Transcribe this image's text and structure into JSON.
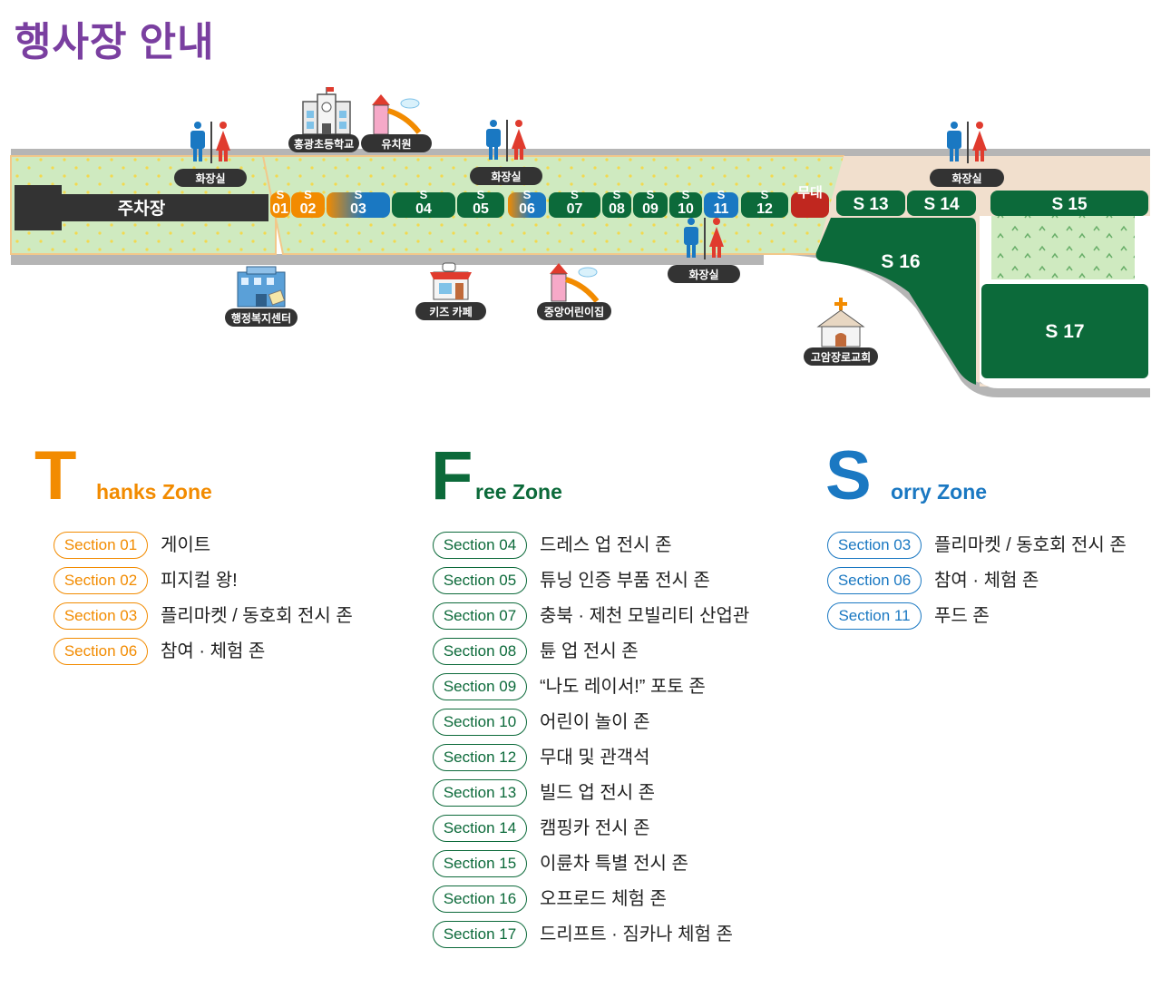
{
  "page": {
    "title": "행사장 안내"
  },
  "map": {
    "parking": "주차장",
    "stage": "무대",
    "section_prefix": "S",
    "sections": [
      {
        "num": "01",
        "color": "#f28b00"
      },
      {
        "num": "02",
        "color": "#f28b00"
      },
      {
        "num": "03",
        "color": "gradient-orange-blue"
      },
      {
        "num": "04",
        "color": "#0c6a3a"
      },
      {
        "num": "05",
        "color": "#0c6a3a"
      },
      {
        "num": "06",
        "color": "gradient-orange-blue"
      },
      {
        "num": "07",
        "color": "#0c6a3a"
      },
      {
        "num": "08",
        "color": "#0c6a3a"
      },
      {
        "num": "09",
        "color": "#0c6a3a"
      },
      {
        "num": "10",
        "color": "#0c6a3a"
      },
      {
        "num": "11",
        "color": "#1a78c2"
      },
      {
        "num": "12",
        "color": "#0c6a3a"
      }
    ],
    "blocks": {
      "s13": "S 13",
      "s14": "S 14",
      "s15": "S 15",
      "s16": "S 16",
      "s17": "S 17"
    },
    "landmarks": {
      "restroom": "화장실",
      "elementary_school": "홍광초등학교",
      "kindergarten": "유치원",
      "welfare_center": "행정복지센터",
      "kids_cafe": "키즈 카페",
      "daycare": "중앙어린이집",
      "church": "고암장로교회"
    }
  },
  "zones": [
    {
      "letter": "T",
      "rest": "hanks Zone",
      "color": "#f28b00",
      "items": [
        {
          "section": "Section 01",
          "desc": "게이트"
        },
        {
          "section": "Section 02",
          "desc": "피지컬 왕!"
        },
        {
          "section": "Section 03",
          "desc": "플리마켓 / 동호회 전시 존"
        },
        {
          "section": "Section 06",
          "desc": "참여 · 체험 존"
        }
      ]
    },
    {
      "letter": "F",
      "rest": "ree Zone",
      "color": "#0c6a3a",
      "items": [
        {
          "section": "Section 04",
          "desc": "드레스 업 전시 존"
        },
        {
          "section": "Section 05",
          "desc": "튜닝 인증 부품 전시 존"
        },
        {
          "section": "Section 07",
          "desc": "충북 · 제천 모빌리티 산업관"
        },
        {
          "section": "Section 08",
          "desc": "튠 업 전시 존"
        },
        {
          "section": "Section 09",
          "desc": "“나도 레이서!” 포토 존"
        },
        {
          "section": "Section 10",
          "desc": "어린이 놀이 존"
        },
        {
          "section": "Section 12",
          "desc": "무대 및 관객석"
        },
        {
          "section": "Section 13",
          "desc": "빌드 업 전시 존"
        },
        {
          "section": "Section 14",
          "desc": "캠핑카 전시 존"
        },
        {
          "section": "Section 15",
          "desc": "이륜차 특별 전시 존"
        },
        {
          "section": "Section 16",
          "desc": "오프로드 체험 존"
        },
        {
          "section": "Section 17",
          "desc": "드리프트 · 짐카나 체험 존"
        }
      ]
    },
    {
      "letter": "S",
      "rest": "orry Zone",
      "color": "#1a78c2",
      "items": [
        {
          "section": "Section 03",
          "desc": "플리마켓 / 동호회 전시 존"
        },
        {
          "section": "Section 06",
          "desc": "참여 · 체험 존"
        },
        {
          "section": "Section 11",
          "desc": "푸드 존"
        }
      ]
    }
  ]
}
